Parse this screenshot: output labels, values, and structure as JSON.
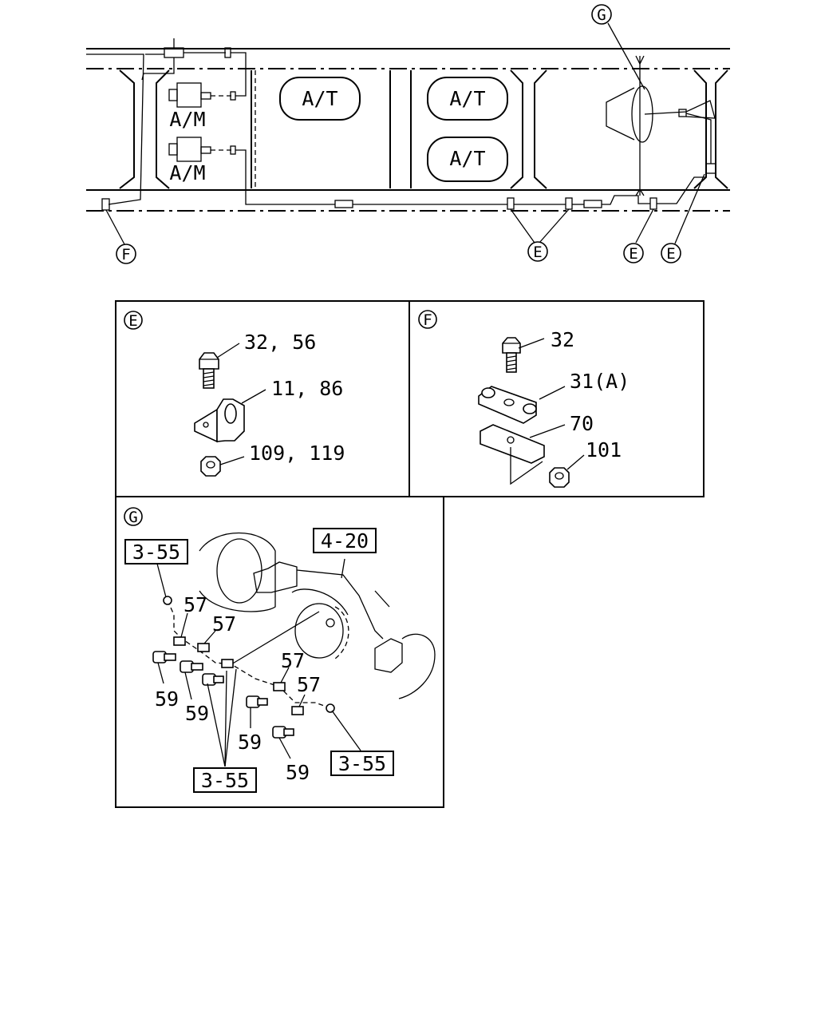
{
  "overview": {
    "modules": [
      "A/M",
      "A/M"
    ],
    "tanks": [
      "A/T",
      "A/T",
      "A/T"
    ],
    "callouts": {
      "g": "G",
      "f": "F",
      "e_group": "E",
      "e_mid": "E",
      "e_right": "E"
    }
  },
  "detail_e": {
    "marker": "E",
    "parts": [
      "32, 56",
      "11, 86",
      "109, 119"
    ]
  },
  "detail_f": {
    "marker": "F",
    "parts": [
      "32",
      "31(A)",
      "70",
      "101"
    ]
  },
  "detail_g": {
    "marker": "G",
    "boxed_refs": [
      "3-55",
      "4-20",
      "3-55",
      "3-55"
    ],
    "parts": [
      "57",
      "57",
      "57",
      "57",
      "59",
      "59",
      "59",
      "59"
    ]
  },
  "icons": {
    "bolt": "bolt-icon",
    "nut": "nut-icon",
    "clip": "pipe-clip-icon",
    "bracket": "bracket-icon"
  }
}
